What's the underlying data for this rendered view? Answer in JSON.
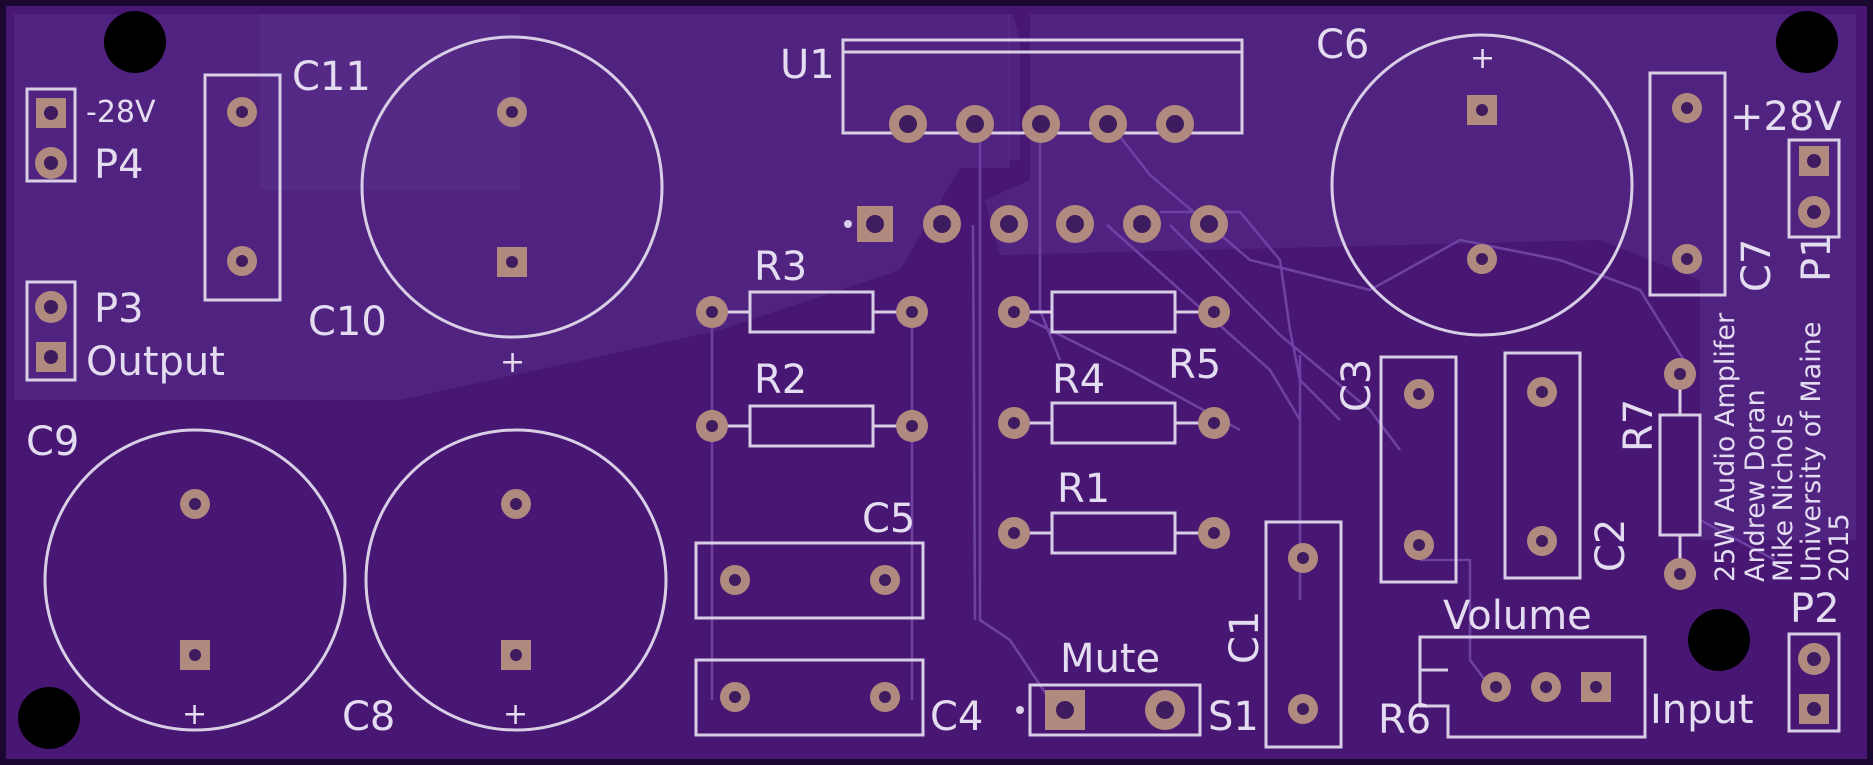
{
  "colors": {
    "board": "#481673",
    "pour": "#5a2f8a",
    "silkscreen": "#d8cfe6",
    "pad": "#b08a7e",
    "outline": "#1a0830",
    "mounting_hole": "#000000"
  },
  "labels": {
    "C11": "C11",
    "C10": "C10",
    "C9": "C9",
    "C8": "C8",
    "C6": "C6",
    "C7": "C7",
    "C5": "C5",
    "C4": "C4",
    "C3": "C3",
    "C2": "C2",
    "C1": "C1",
    "U1": "U1",
    "R1": "R1",
    "R2": "R2",
    "R3": "R3",
    "R4": "R4",
    "R5": "R5",
    "R6": "R6",
    "R7": "R7",
    "P1": "P1",
    "P2": "P2",
    "P3": "P3",
    "P4": "P4",
    "S1": "S1",
    "neg28": "-28V",
    "pos28": "+28V",
    "output": "Output",
    "input": "Input",
    "volume": "Volume",
    "mute": "Mute",
    "plus": "+"
  },
  "credits": {
    "line1": "25W Audio Amplifer",
    "line2": "Andrew Doran",
    "line3": "Mike Nichols",
    "line4": "University of Maine",
    "line5": "2015"
  }
}
